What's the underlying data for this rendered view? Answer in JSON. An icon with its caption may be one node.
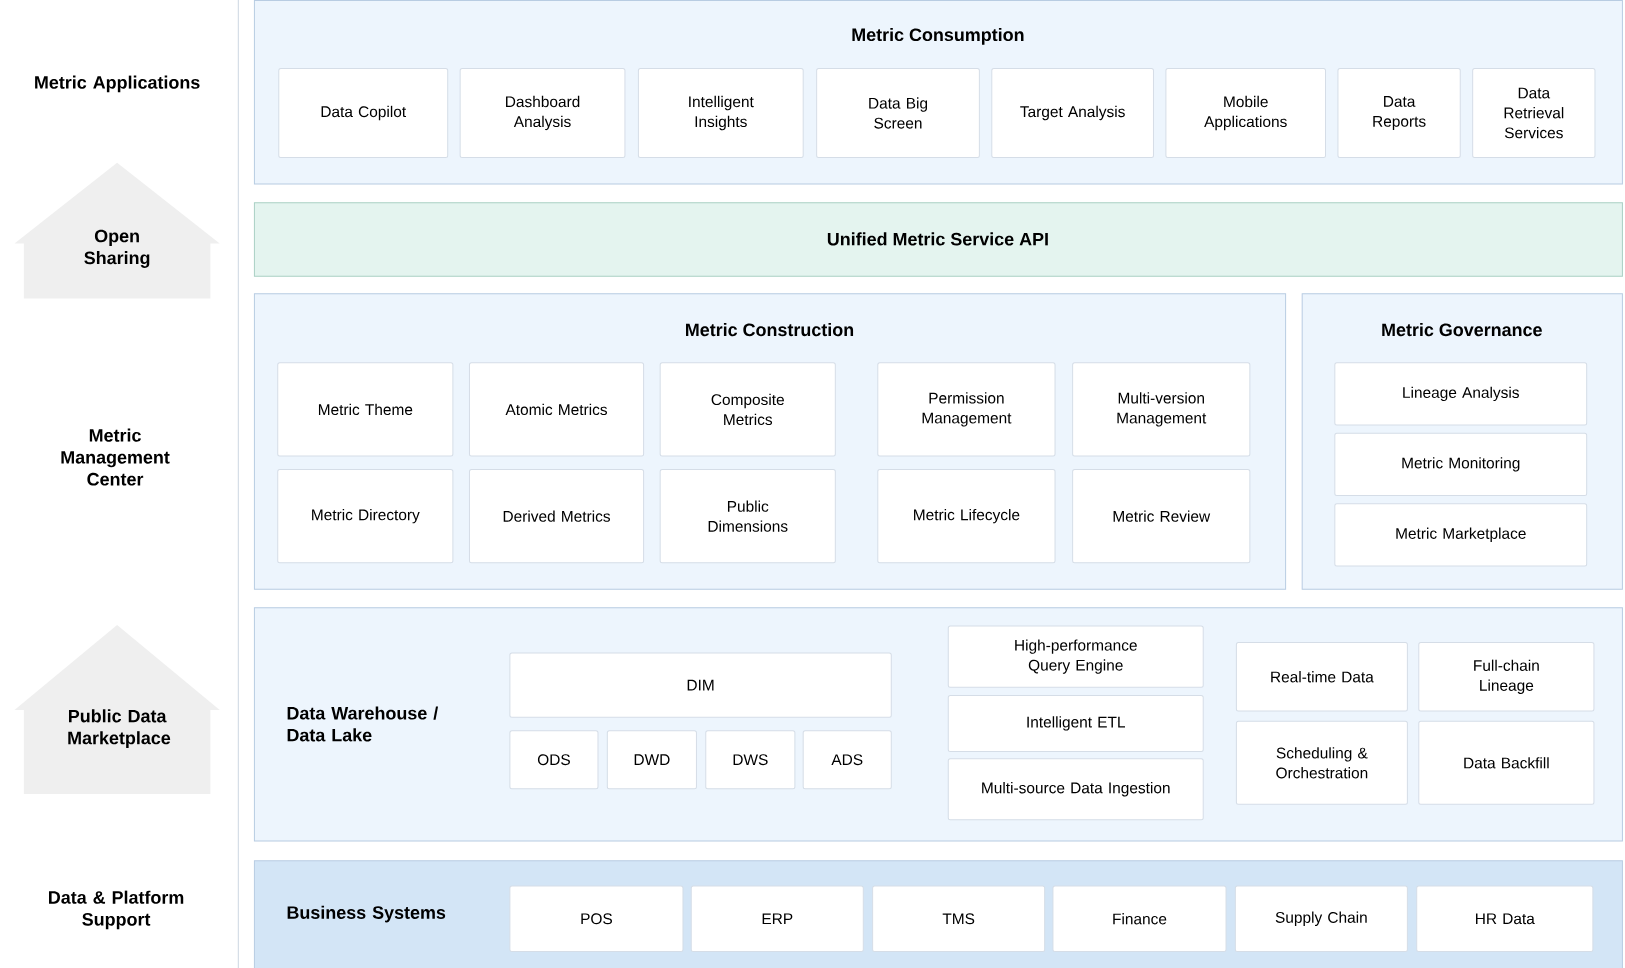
{
  "diagram": {
    "nodes": [
      {
        "text": [
          "Open Sharing"
        ]
      },
      {
        "text": [
          "Public Data Marketplace"
        ]
      },
      {
        "text": [
          "Metric Consumption"
        ]
      },
      {
        "text": [
          "Data Copilot"
        ],
        "in": 2
      },
      {
        "text": [
          "Dashboard Analysis"
        ],
        "in": 2
      },
      {
        "text": [
          "Intelligent Insights"
        ],
        "in": 2
      },
      {
        "text": [
          "Data Big Screen"
        ],
        "in": 2
      },
      {
        "text": [
          "Target Analysis"
        ],
        "in": 2
      },
      {
        "text": [
          "Mobile Applications"
        ],
        "in": 2
      },
      {
        "text": [
          "Data Reports"
        ],
        "in": 2
      },
      {
        "text": [
          "Data Retrieval Services"
        ],
        "in": 2
      },
      {
        "text": [
          "Unified Metric Service API"
        ]
      },
      {
        "text": [
          "Metric Construction"
        ]
      },
      {
        "text": [
          "Metric Theme"
        ],
        "in": 12
      },
      {
        "text": [
          "Atomic Metrics"
        ],
        "in": 12
      },
      {
        "text": [
          "Composite Metrics"
        ],
        "in": 12
      },
      {
        "text": [
          "Permission Management"
        ],
        "in": 12
      },
      {
        "text": [
          "Multi-version Management"
        ],
        "in": 12
      },
      {
        "text": [
          "Metric Directory"
        ],
        "in": 12
      },
      {
        "text": [
          "Derived Metrics"
        ],
        "in": 12
      },
      {
        "text": [
          "Public Dimensions"
        ],
        "in": 12
      },
      {
        "text": [
          "Metric Lifecycle"
        ],
        "in": 12
      },
      {
        "text": [
          "Metric Review"
        ],
        "in": 12
      },
      {
        "text": [
          "Metric Governance"
        ]
      },
      {
        "text": [
          "Lineage Analysis"
        ],
        "in": 23
      },
      {
        "text": [
          "Metric Monitoring"
        ],
        "in": 23
      },
      {
        "text": [
          "Metric Marketplace"
        ],
        "in": 23
      },
      {
        "text": [
          "Data Warehouse / Data Lake"
        ]
      },
      {
        "text": [
          "DIM"
        ],
        "in": 27
      },
      {
        "text": [
          "ODS"
        ],
        "in": 27
      },
      {
        "text": [
          "DWD"
        ],
        "in": 27
      },
      {
        "text": [
          "DWS"
        ],
        "in": 27
      },
      {
        "text": [
          "ADS"
        ],
        "in": 27
      },
      {
        "text": [
          "High-performance Query Engine"
        ],
        "in": 27
      },
      {
        "text": [
          "Intelligent ETL"
        ],
        "in": 27
      },
      {
        "text": [
          "Multi-source Data Ingestion"
        ],
        "in": 27
      },
      {
        "text": [
          "Real-time Data"
        ],
        "in": 27
      },
      {
        "text": [
          "Full-chain Lineage"
        ],
        "in": 27
      },
      {
        "text": [
          "Scheduling & Orchestration"
        ],
        "in": 27
      },
      {
        "text": [
          "Data Backfill"
        ],
        "in": 27
      },
      {
        "text": [
          "Business Systems"
        ]
      },
      {
        "text": [
          "POS"
        ],
        "in": 40
      },
      {
        "text": [
          "ERP"
        ],
        "in": 40
      },
      {
        "text": [
          "TMS"
        ],
        "in": 40
      },
      {
        "text": [
          "Finance"
        ],
        "in": 40
      },
      {
        "text": [
          "Supply Chain"
        ],
        "in": 40
      },
      {
        "text": [
          "HR Data"
        ],
        "in": 40
      }
    ],
    "labels": [
      "Metric Applications",
      "Metric Management Center",
      "Data & Platform Support"
    ]
  }
}
